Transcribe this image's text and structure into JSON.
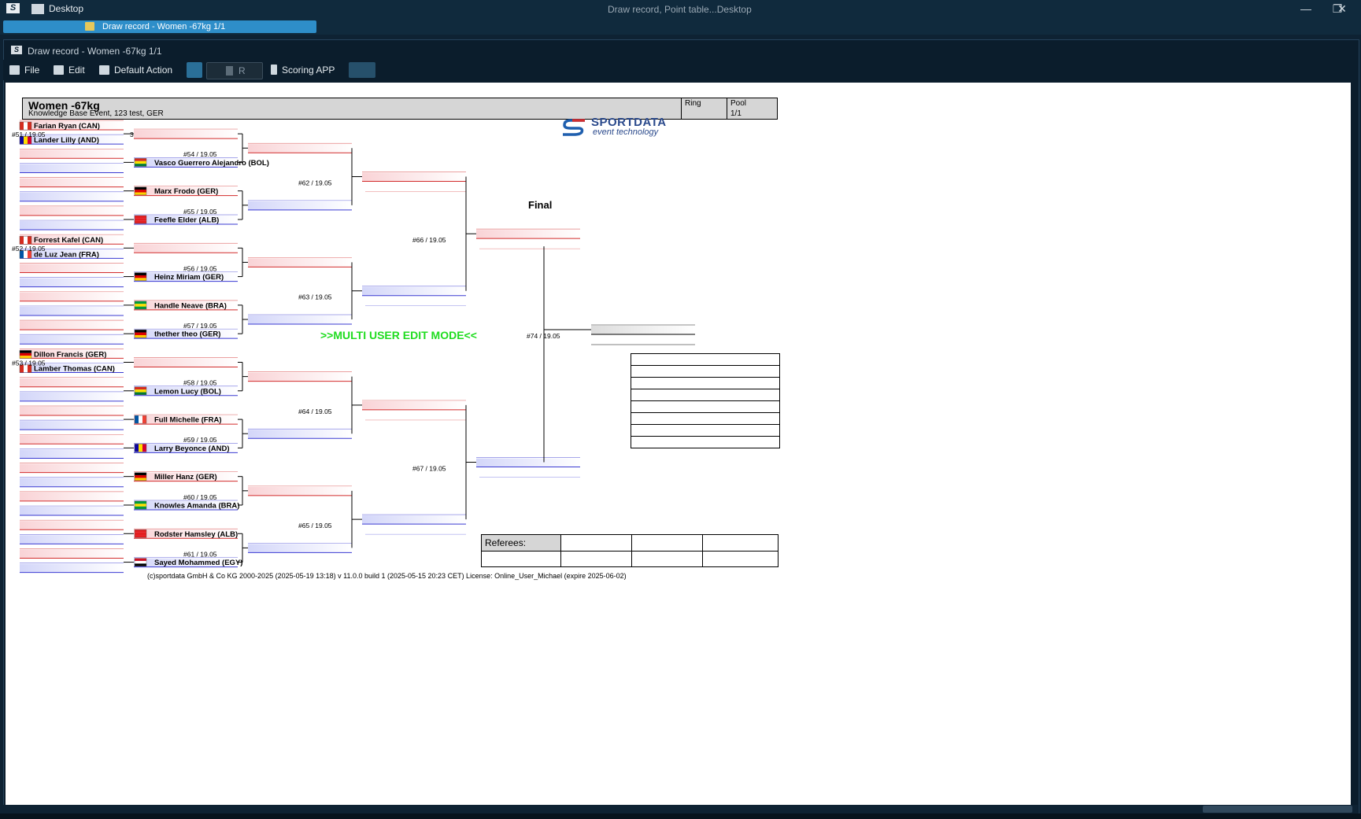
{
  "system": {
    "app_icon": "sportdata-logo-icon",
    "desktop_label": "Desktop",
    "center_title": "Draw record, Point table...Desktop",
    "controls": [
      "—",
      "❐",
      "✕"
    ]
  },
  "taskbar": {
    "tab_label": "Draw record - Women -67kg 1/1"
  },
  "window": {
    "title": "Draw record - Women -67kg 1/1",
    "toolbar": {
      "file": "File",
      "edit": "Edit",
      "default_action": "Default Action",
      "r_field": "R",
      "scoring_app": "Scoring APP"
    }
  },
  "draw": {
    "category": "Women -67kg",
    "event": "Knowledge Base Event, 123 test, GER",
    "ring_label": "Ring",
    "ring_value": "",
    "pool_label": "Pool",
    "pool_value": "1/1",
    "brand_main": "SPORTDATA",
    "brand_sub": "event technology",
    "multi_user": ">>MULTI USER EDIT MODE<<",
    "final_label": "Final",
    "referees_label": "Referees:",
    "footer": "(c)sportdata GmbH & Co KG 2000-2025 (2025-05-19 13:18)  v 11.0.0 build 1 (2025-05-15 20:23 CET) License: Online_User_Michael (expire 2025-06-02)",
    "round0_names": [
      {
        "name": "Farian Ryan (CAN)",
        "country": "CAN"
      },
      {
        "name": "Lander Lilly (AND)",
        "country": "AND"
      },
      {
        "name": "Forrest Kafel (CAN)",
        "country": "CAN"
      },
      {
        "name": "de Luz Jean (FRA)",
        "country": "FRA"
      },
      {
        "name": "Dillon Francis (GER)",
        "country": "GER"
      },
      {
        "name": "Lamber Thomas (CAN)",
        "country": "CAN"
      }
    ],
    "round0_matches": [
      "#51 / 19.05",
      "#52 / 19.05",
      "#53 / 19.05"
    ],
    "round0_score": "3",
    "round1_names": [
      {
        "name": "Vasco Guerrero Alejandro (BOL)",
        "country": "BOL"
      },
      {
        "name": "Marx Frodo (GER)",
        "country": "GER"
      },
      {
        "name": "Feefle Elder (ALB)",
        "country": "ALB"
      },
      {
        "name": "Heinz Miriam (GER)",
        "country": "GER"
      },
      {
        "name": "Handle Neave (BRA)",
        "country": "BRA"
      },
      {
        "name": "thether theo (GER)",
        "country": "GER"
      },
      {
        "name": "Lemon Lucy (BOL)",
        "country": "BOL"
      },
      {
        "name": "Full Michelle (FRA)",
        "country": "FRA"
      },
      {
        "name": "Larry Beyonce (AND)",
        "country": "AND"
      },
      {
        "name": "Miller Hanz (GER)",
        "country": "GER"
      },
      {
        "name": "Knowles Amanda (BRA)",
        "country": "BRA"
      },
      {
        "name": "Rodster Hamsley (ALB)",
        "country": "ALB"
      },
      {
        "name": "Sayed Mohammed (EGY)",
        "country": "EGY"
      }
    ],
    "round1_matches": [
      "#54 / 19.05",
      "#55 / 19.05",
      "#56 / 19.05",
      "#57 / 19.05",
      "#58 / 19.05",
      "#59 / 19.05",
      "#60 / 19.05",
      "#61 / 19.05"
    ],
    "round2_matches": [
      "#62 / 19.05",
      "#63 / 19.05",
      "#64 / 19.05",
      "#65 / 19.05"
    ],
    "semi_matches": [
      "#66 / 19.05",
      "#67 / 19.05"
    ],
    "final_match": "#74 / 19.05",
    "colors": {
      "red_fill": "#f9d3d6",
      "red_line": "#d22b2b",
      "blue_fill": "#d3d6f9",
      "blue_line": "#3a3ad2",
      "green": "#1fdc1f"
    }
  }
}
